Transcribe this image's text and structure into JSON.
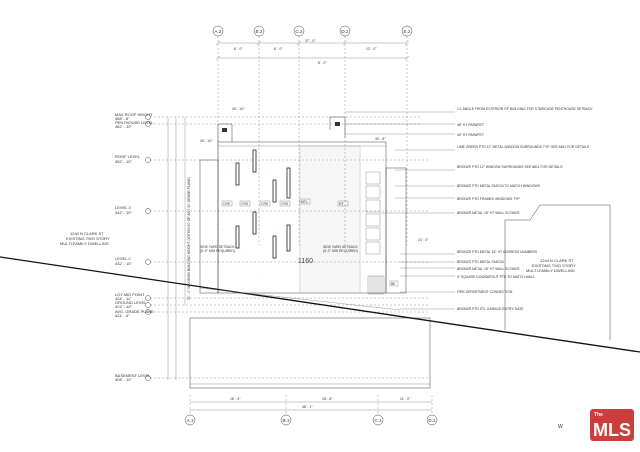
{
  "grid_top": [
    "A.2",
    "B.2",
    "C.2",
    "D.2",
    "E.2"
  ],
  "grid_bottom": [
    "A.1",
    "B.1",
    "C.1",
    "D.1"
  ],
  "dims_top": [
    "8' - 0\"",
    "8' - 0\"",
    "12' - 0\"",
    "8' - 0\"",
    "37' - 0\""
  ],
  "dims_bottom": [
    "18' - 5\"",
    "18' - 8\"",
    "11' - 0\"",
    "48' - 1\""
  ],
  "level_markers": [
    {
      "name": "MAX ROOF HEIGHT",
      "value": "468' - 8\""
    },
    {
      "name": "PENTHOUSE LEVEL",
      "value": "462' - 10\""
    },
    {
      "name": "ROOF LEVEL",
      "value": "452' - 10\""
    },
    {
      "name": "LEVEL 3",
      "value": "442' - 10\""
    },
    {
      "name": "LEVEL 2",
      "value": "432' - 10\""
    },
    {
      "name": "LOT MID POINT",
      "value": "424' - 11\""
    },
    {
      "name": "GROUND LEVEL",
      "value": "422' - 10\""
    },
    {
      "name": "AVG. GRADE PLANE",
      "value": "421' - 6\""
    },
    {
      "name": "BASEMENT LEVEL",
      "value": "408' - 10\""
    }
  ],
  "left_neighbor": [
    "1240 N CLARK ST",
    "EXISTING TWO STORY",
    "MULTI-FAMILY DWELLING"
  ],
  "right_neighbor": [
    "1244 N CLARK ST",
    "EXISTING TWO STORY",
    "MULTI-FAMILY DWELLING"
  ],
  "vertical_label": "30' - 0\" MAXIMUM BUILDING HEIGHT (WITHIN 30' OF ANY 30' GRADE PLANE)",
  "callouts_top": [
    "1:1 ANGLE FROM EXTERIOR OF BUILDING FOR STAIRCASE PENTHOUSE SETBACK",
    "48\" HT PARAPET",
    "42\" HT PARAPET"
  ],
  "callouts_right": [
    "LIME GREEN PTD 12\" METAL WINDOW SURROUNDS TYP. SEE A811 FOR DETAILS",
    "BRONZE PTD 12\" WINDOW SURROUNDS SEE A811 FOR DETAILS",
    "BRONZE PTD METAL FASCIA TO MATCH WINDOWS",
    "BRONZE PTD FRAMED WINDOWS TYP",
    "BRONZE METAL 18\" HT WALL SCONCE",
    "BRONZE PTD METAL 15\" HT ADDRESS NUMBERS",
    "BRONZE PTD METAL FASCIA",
    "BRONZE METAL 18\" HT WALL SCONCE",
    "4\" SQUARE DOWNSPOUT PTD TO MATCH WALL",
    "FIRE DEPARTMENT CONNECTION",
    "BRONZE PTD STL GARAGE ENTRY GATE"
  ],
  "setback_left": [
    "SIDE YARD SETBACK",
    "(5'-0\" MIN REQUIRED)"
  ],
  "setback_right": [
    "SIDE YARD SETBACK",
    "(5'-0\" MIN REQUIRED)"
  ],
  "small_dims": [
    "40' - 10\"",
    "40' - 10\"",
    "40' - 10\"",
    "30' - 8\"",
    "24' - 0\""
  ],
  "address_number": "1160",
  "panel_tags": [
    "CRS",
    "CRS",
    "CRS",
    "CRS",
    "MTL",
    "HT"
  ],
  "bench_tag": "BE",
  "watermark": "The MLS",
  "corner_text": "W"
}
